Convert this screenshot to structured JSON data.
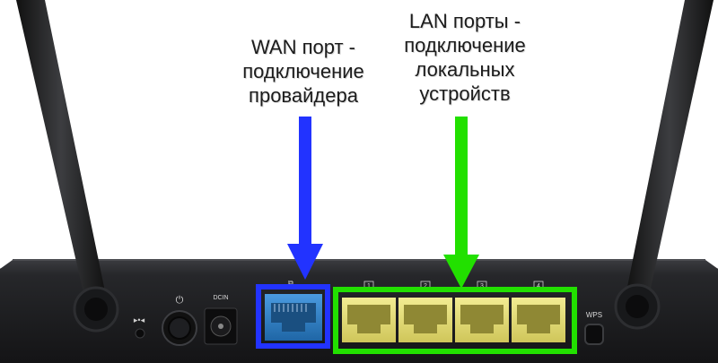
{
  "callouts": {
    "wan": "WAN порт -\nподключение\nпровайдера",
    "lan": "LAN порты -\nподключение\nлокальных\nустройств"
  },
  "router": {
    "dcin_label": "DCIN",
    "wps_label": "WPS",
    "lan_port_numbers": [
      "1",
      "2",
      "3",
      "4"
    ],
    "colors": {
      "body": "#1f2023",
      "wan_port": "#2e7fc4",
      "lan_port": "#e9e27a",
      "wan_highlight": "#2233ff",
      "lan_highlight": "#22e000"
    }
  },
  "icons": [
    "power-icon",
    "reset-icon",
    "wan-icon",
    "antenna-icon"
  ]
}
